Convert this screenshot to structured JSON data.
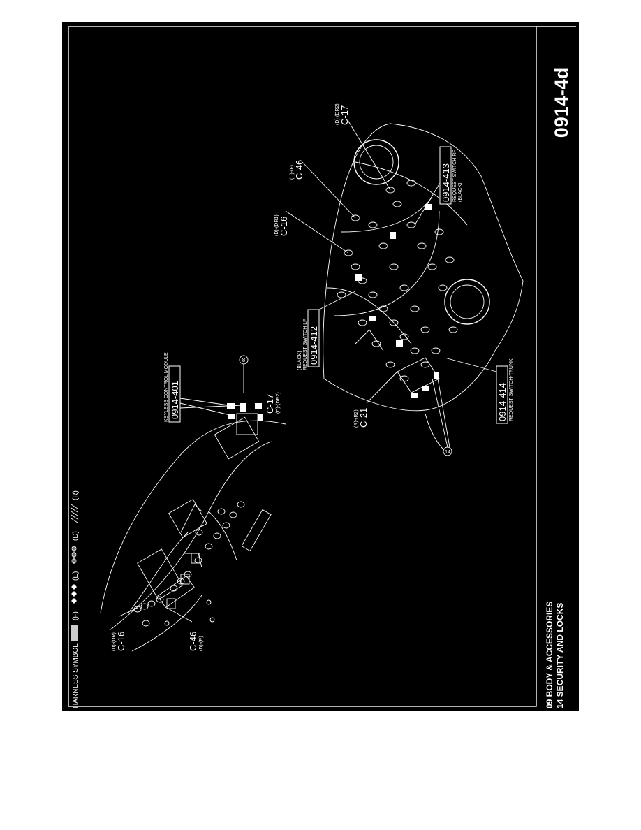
{
  "header": {
    "harness_symbol_label": "HARNESS SYMBOL",
    "legend": [
      {
        "code": "(F)"
      },
      {
        "code": "(E)"
      },
      {
        "code": "(D)"
      },
      {
        "code": "(R)"
      }
    ]
  },
  "footer": {
    "line1": "09  BODY & ACCESSORIES",
    "line2": "14  SECURITY AND LOCKS"
  },
  "page_number": "0914-4d",
  "dashboard_view": {
    "callouts": [
      {
        "id": "c16",
        "sub": "(D)-(DR)",
        "code": "C-16"
      },
      {
        "id": "c46",
        "code": "C-46",
        "sub": "(D)-(R)"
      },
      {
        "id": "c17",
        "code": "C-17",
        "sub": "(D)-(DR2)"
      },
      {
        "id": "ref8",
        "symbol": "8"
      }
    ],
    "module_box": {
      "code": "0914-401",
      "caption": "KEYLESS CONTROL MODULE"
    }
  },
  "floor_view": {
    "callouts": [
      {
        "id": "c16",
        "sub": "(D)-(DR1)",
        "code": "C-16"
      },
      {
        "id": "c46",
        "sub": "(D)-(F)",
        "code": "C-46"
      },
      {
        "id": "c17",
        "sub": "(D)-(DR2)",
        "code": "C-17"
      },
      {
        "id": "c21",
        "sub": "(R)-(R2)",
        "code": "C-21"
      },
      {
        "id": "ref14",
        "symbol": "14"
      }
    ],
    "boxes": [
      {
        "id": "412",
        "code": "0914-412",
        "caption": "REQUEST SWITCH LF",
        "note": "(BLACK)"
      },
      {
        "id": "413",
        "code": "0914-413",
        "caption": "REQUEST SWITCH RF",
        "note": "(BLACK)"
      },
      {
        "id": "414",
        "code": "0914-414",
        "caption": "REQUEST SWITCH-TRUNK"
      }
    ]
  }
}
